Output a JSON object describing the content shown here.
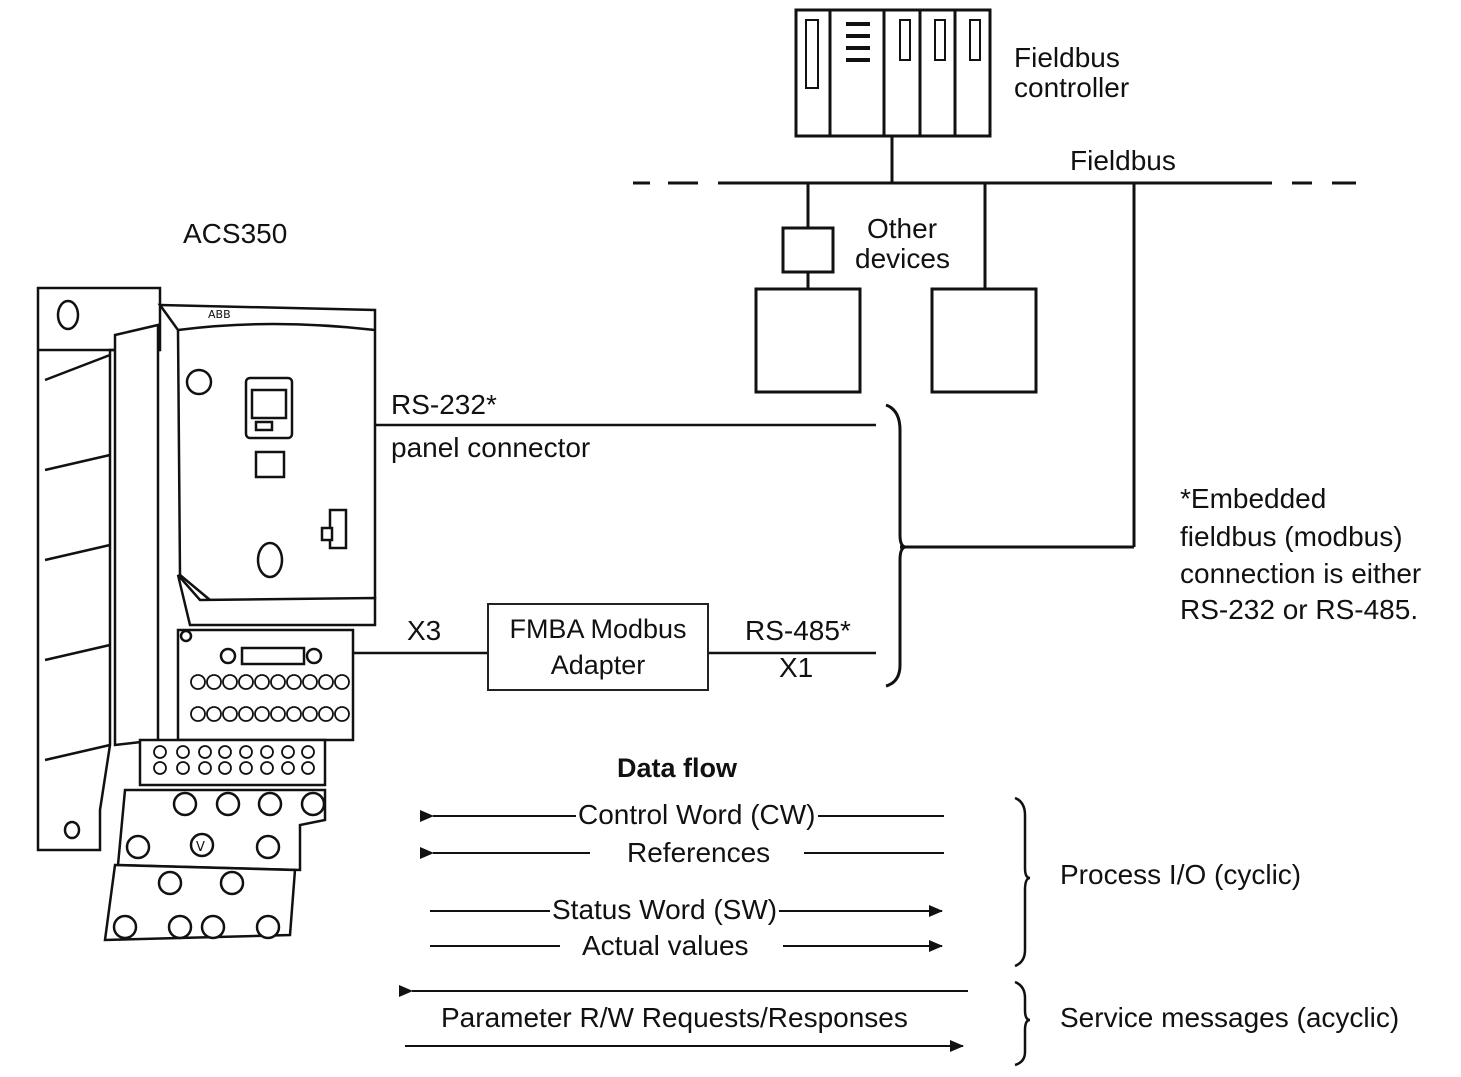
{
  "diagram": {
    "drive_label": "ACS350",
    "fieldbus_controller": [
      "Fieldbus",
      "controller"
    ],
    "fieldbus_label": "Fieldbus",
    "other_devices": [
      "Other",
      "devices"
    ],
    "rs232": [
      "RS-232*",
      "panel connector"
    ],
    "x3": "X3",
    "adapter": [
      "FMBA Modbus",
      "Adapter"
    ],
    "rs485": [
      "RS-485*",
      "X1"
    ],
    "note": [
      "*Embedded",
      "fieldbus (modbus)",
      "connection is either",
      "RS-232 or RS-485."
    ],
    "data_flow": {
      "title": "Data flow",
      "control_word": "Control Word (CW)",
      "references": "References",
      "status_word": "Status Word (SW)",
      "actual_values": "Actual values",
      "parameter_rw": "Parameter R/W Requests/Responses",
      "process_io": "Process I/O (cyclic)",
      "service_messages": "Service messages (acyclic)"
    }
  }
}
